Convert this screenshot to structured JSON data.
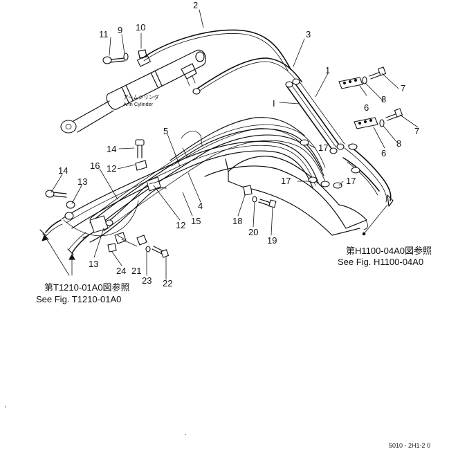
{
  "callouts": [
    {
      "id": "c1",
      "text": "1"
    },
    {
      "id": "c2",
      "text": "2"
    },
    {
      "id": "c3",
      "text": "3"
    },
    {
      "id": "c4",
      "text": "4"
    },
    {
      "id": "c5",
      "text": "5"
    },
    {
      "id": "c6a",
      "text": "6"
    },
    {
      "id": "c6b",
      "text": "6"
    },
    {
      "id": "c7a",
      "text": "7"
    },
    {
      "id": "c7b",
      "text": "7"
    },
    {
      "id": "c8a",
      "text": "8"
    },
    {
      "id": "c8b",
      "text": "8"
    },
    {
      "id": "c9",
      "text": "9"
    },
    {
      "id": "c10",
      "text": "10"
    },
    {
      "id": "c11",
      "text": "11"
    },
    {
      "id": "c12a",
      "text": "12"
    },
    {
      "id": "c12b",
      "text": "12"
    },
    {
      "id": "c13a",
      "text": "13"
    },
    {
      "id": "c13b",
      "text": "13"
    },
    {
      "id": "c14a",
      "text": "14"
    },
    {
      "id": "c14b",
      "text": "14"
    },
    {
      "id": "c15",
      "text": "15"
    },
    {
      "id": "c16",
      "text": "16"
    },
    {
      "id": "c17a",
      "text": "17"
    },
    {
      "id": "c17b",
      "text": "17"
    },
    {
      "id": "c17c",
      "text": "17"
    },
    {
      "id": "c18",
      "text": "18"
    },
    {
      "id": "c19",
      "text": "19"
    },
    {
      "id": "c20",
      "text": "20"
    },
    {
      "id": "c21",
      "text": "21"
    },
    {
      "id": "c22",
      "text": "22"
    },
    {
      "id": "c23",
      "text": "23"
    },
    {
      "id": "c24",
      "text": "24"
    },
    {
      "id": "cI",
      "text": "I"
    }
  ],
  "labels": {
    "arm_cylinder_jp": "アームシリンダ",
    "arm_cylinder_en": "Arm Cylinder"
  },
  "references": {
    "h1100_jp": "第H1100-04A0図参照",
    "h1100_en": "See Fig. H1100-04A0",
    "t1210_jp": "第T1210-01A0図参照",
    "t1210_en": "See Fig. T1210-01A0"
  },
  "footer_code": "5010  -  2H1-2 0"
}
